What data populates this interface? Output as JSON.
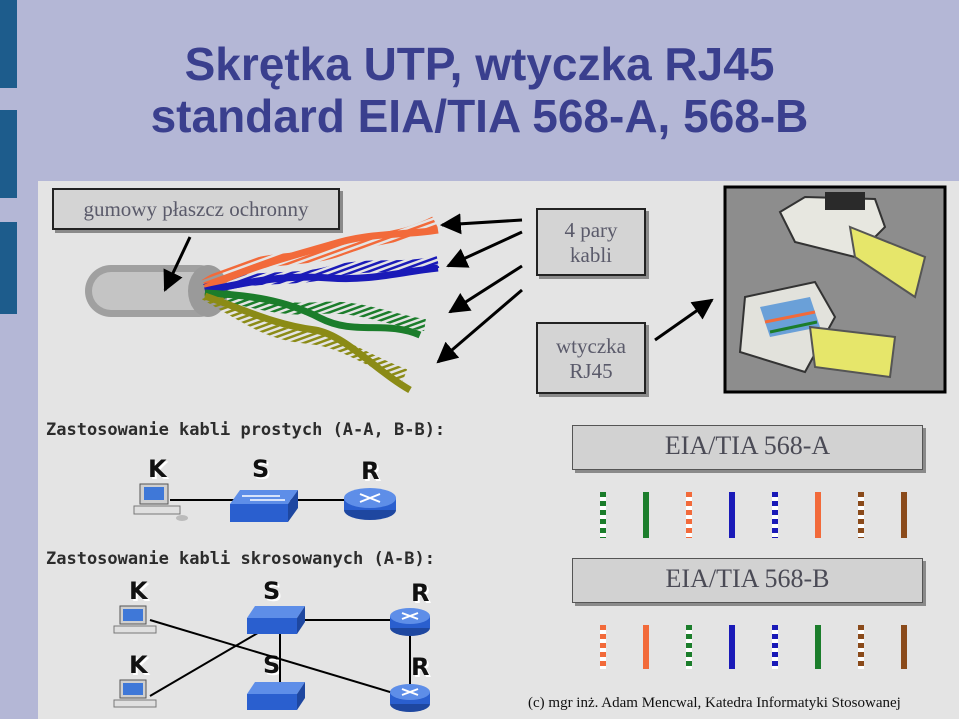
{
  "title": {
    "line1": "Skrętka UTP, wtyczka RJ45",
    "line2": "standard EIA/TIA 568-A, 568-B"
  },
  "labels": {
    "jacket": "gumowy płaszcz ochronny",
    "pairs_line1": "4 pary",
    "pairs_line2": "kabli",
    "plug_line1": "wtyczka",
    "plug_line2": "RJ45"
  },
  "straight": {
    "heading": "Zastosowanie kabli prostych (A-A, B-B):",
    "devices": [
      "K",
      "S",
      "R"
    ]
  },
  "crossover": {
    "heading": "Zastosowanie kabli skrosowanych (A-B):",
    "top_devices": [
      "K",
      "S",
      "R"
    ],
    "bottom_devices": [
      "K",
      "S",
      "R"
    ]
  },
  "standards": {
    "a": {
      "label": "EIA/TIA 568-A",
      "wires": [
        {
          "color": "#1b7d2b",
          "striped": true
        },
        {
          "color": "#1b7d2b",
          "striped": false
        },
        {
          "color": "#f26a3a",
          "striped": true
        },
        {
          "color": "#1a1ab8",
          "striped": false
        },
        {
          "color": "#1a1ab8",
          "striped": true
        },
        {
          "color": "#f26a3a",
          "striped": false
        },
        {
          "color": "#8a4a1a",
          "striped": true
        },
        {
          "color": "#8a4a1a",
          "striped": false
        }
      ]
    },
    "b": {
      "label": "EIA/TIA 568-B",
      "wires": [
        {
          "color": "#f26a3a",
          "striped": true
        },
        {
          "color": "#f26a3a",
          "striped": false
        },
        {
          "color": "#1b7d2b",
          "striped": true
        },
        {
          "color": "#1a1ab8",
          "striped": false
        },
        {
          "color": "#1a1ab8",
          "striped": true
        },
        {
          "color": "#1b7d2b",
          "striped": false
        },
        {
          "color": "#8a4a1a",
          "striped": true
        },
        {
          "color": "#8a4a1a",
          "striped": false
        }
      ]
    }
  },
  "colors": {
    "title": "#3a3f8e",
    "orange": "#f26a3a",
    "green": "#1b7d2b",
    "blue": "#1a1ab8",
    "brown": "#8a4a1a",
    "olive": "#8b8b16",
    "device_blue": "#2a5fcf"
  },
  "footer": "(c) mgr inż. Adam Mencwal, Katedra Informatyki Stosowanej"
}
